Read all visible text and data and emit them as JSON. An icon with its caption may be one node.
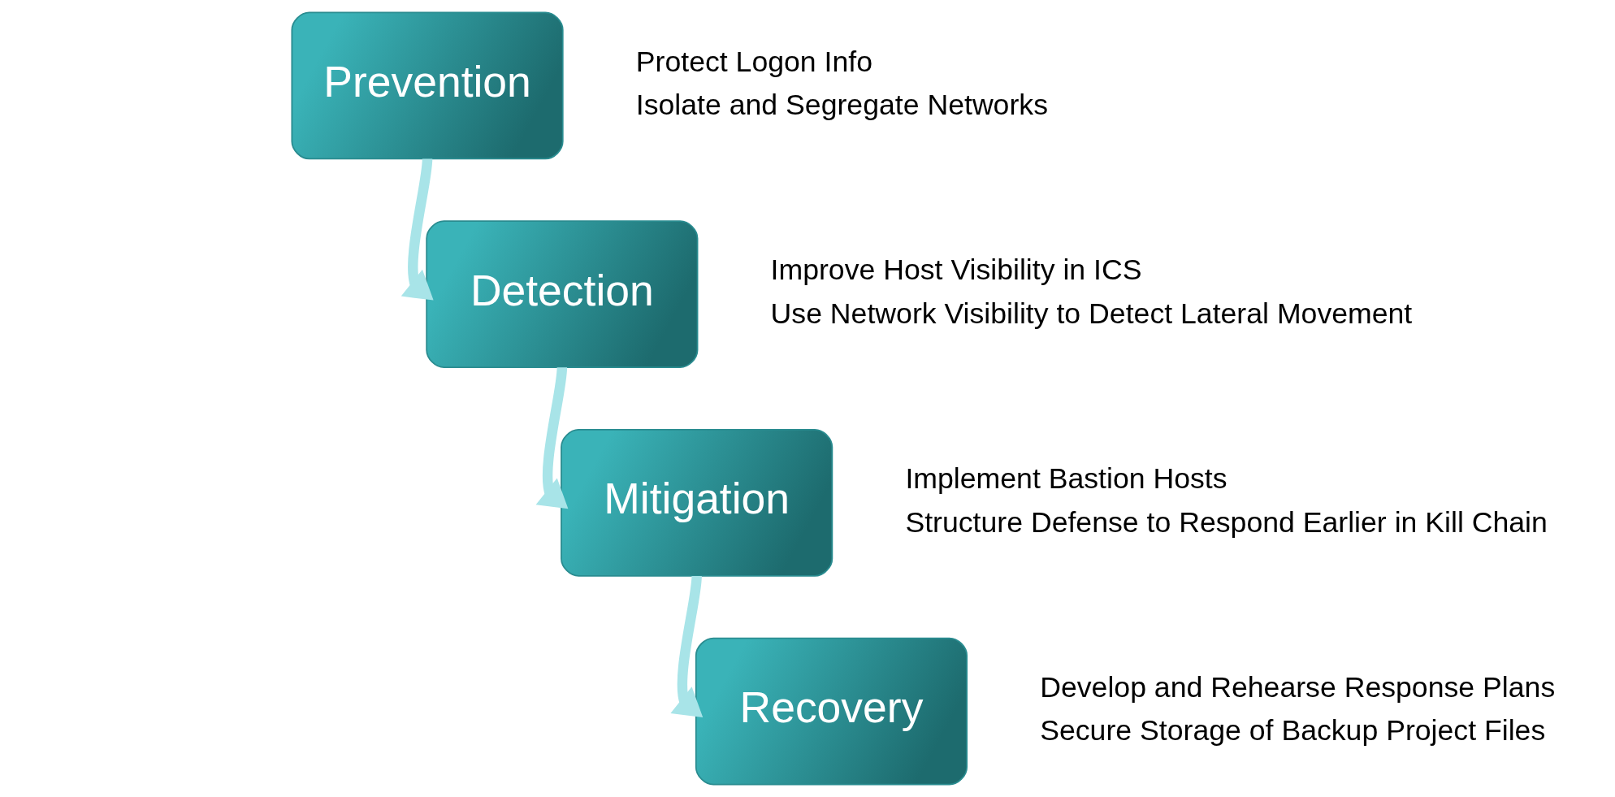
{
  "diagram": {
    "nodes": [
      {
        "text": [
          "Prevention"
        ],
        "beside": [
          "Protect Logon Info",
          "Isolate and Segregate Networks"
        ]
      },
      {
        "text": [
          "Detection"
        ],
        "beside": [
          "Improve Host Visibility in ICS",
          "Use Network Visibility to Detect Lateral Movement"
        ]
      },
      {
        "text": [
          "Mitigation"
        ],
        "beside": [
          "Implement Bastion Hosts",
          "Structure Defense to Respond Earlier in Kill Chain"
        ]
      },
      {
        "text": [
          "Recovery"
        ],
        "beside": [
          "Develop and Rehearse Response Plans",
          "Secure Storage of Backup Project Files"
        ]
      }
    ],
    "edges": [
      {
        "from": 0,
        "to": 1,
        "arrow": "to"
      },
      {
        "from": 1,
        "to": 2,
        "arrow": "to"
      },
      {
        "from": 2,
        "to": 3,
        "arrow": "to"
      }
    ]
  }
}
